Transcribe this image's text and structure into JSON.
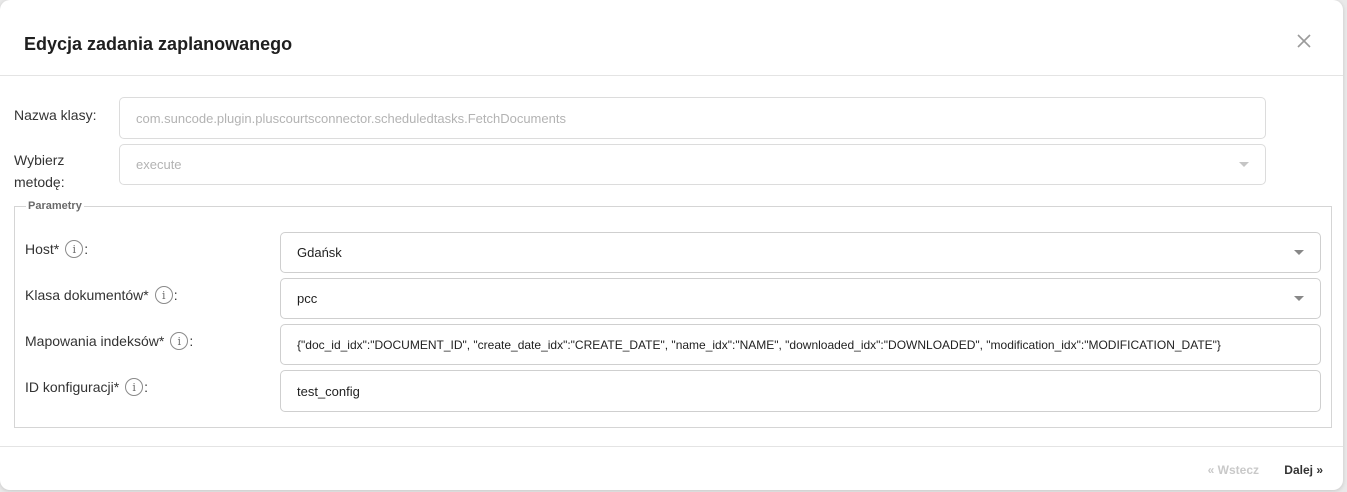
{
  "dialog": {
    "title": "Edycja zadania zaplanowanego",
    "close_icon": "close-icon"
  },
  "form": {
    "class_name_label": "Nazwa klasy:",
    "class_name_value": "com.suncode.plugin.pluscourtsconnector.scheduledtasks.FetchDocuments",
    "method_label_line1": "Wybierz",
    "method_label_line2": "metodę:",
    "method_value": "execute"
  },
  "parameters": {
    "legend": "Parametry",
    "host_label": "Host*",
    "host_suffix": ":",
    "host_value": "Gdańsk",
    "doc_class_label": "Klasa dokumentów*",
    "doc_class_suffix": ":",
    "doc_class_value": "pcc",
    "mapping_label": "Mapowania indeksów*",
    "mapping_suffix": ":",
    "mapping_value": "{\"doc_id_idx\":\"DOCUMENT_ID\", \"create_date_idx\":\"CREATE_DATE\", \"name_idx\":\"NAME\", \"downloaded_idx\":\"DOWNLOADED\", \"modification_idx\":\"MODIFICATION_DATE\"}",
    "config_label": "ID konfiguracji*",
    "config_suffix": ":",
    "config_value": "test_config",
    "info_glyph": "i"
  },
  "footer": {
    "prev_label": "« Wstecz",
    "next_label": "Dalej »"
  }
}
